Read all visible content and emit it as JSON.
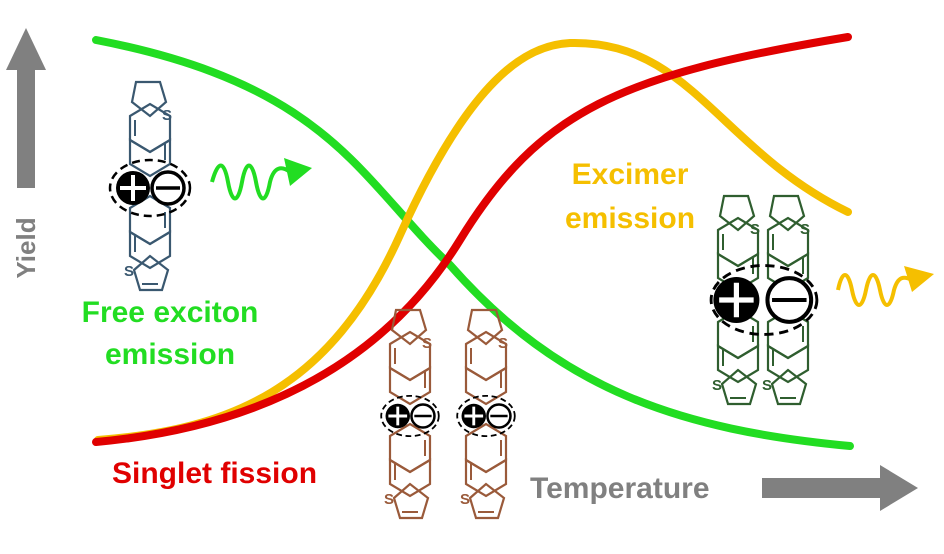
{
  "labels": {
    "y_axis": "Yield",
    "x_axis": "Temperature",
    "free_exciton": [
      "Free exciton",
      "emission"
    ],
    "excimer": [
      "Excimer",
      "emission"
    ],
    "singlet_fission": "Singlet fission",
    "thiophene_sulfur": "S"
  },
  "colors": {
    "free_exciton": "#22dd22",
    "excimer": "#f5bf00",
    "singlet_fission": "#e00000",
    "axis": "#808080",
    "molecule_blue": "#3a5870",
    "molecule_brown": "#9a5a3a",
    "molecule_green": "#2f5e2f"
  },
  "icons": [
    "wavy-emission-arrow-icon",
    "electron-hole-pair-icon",
    "thiophene-acene-molecule-icon"
  ]
}
